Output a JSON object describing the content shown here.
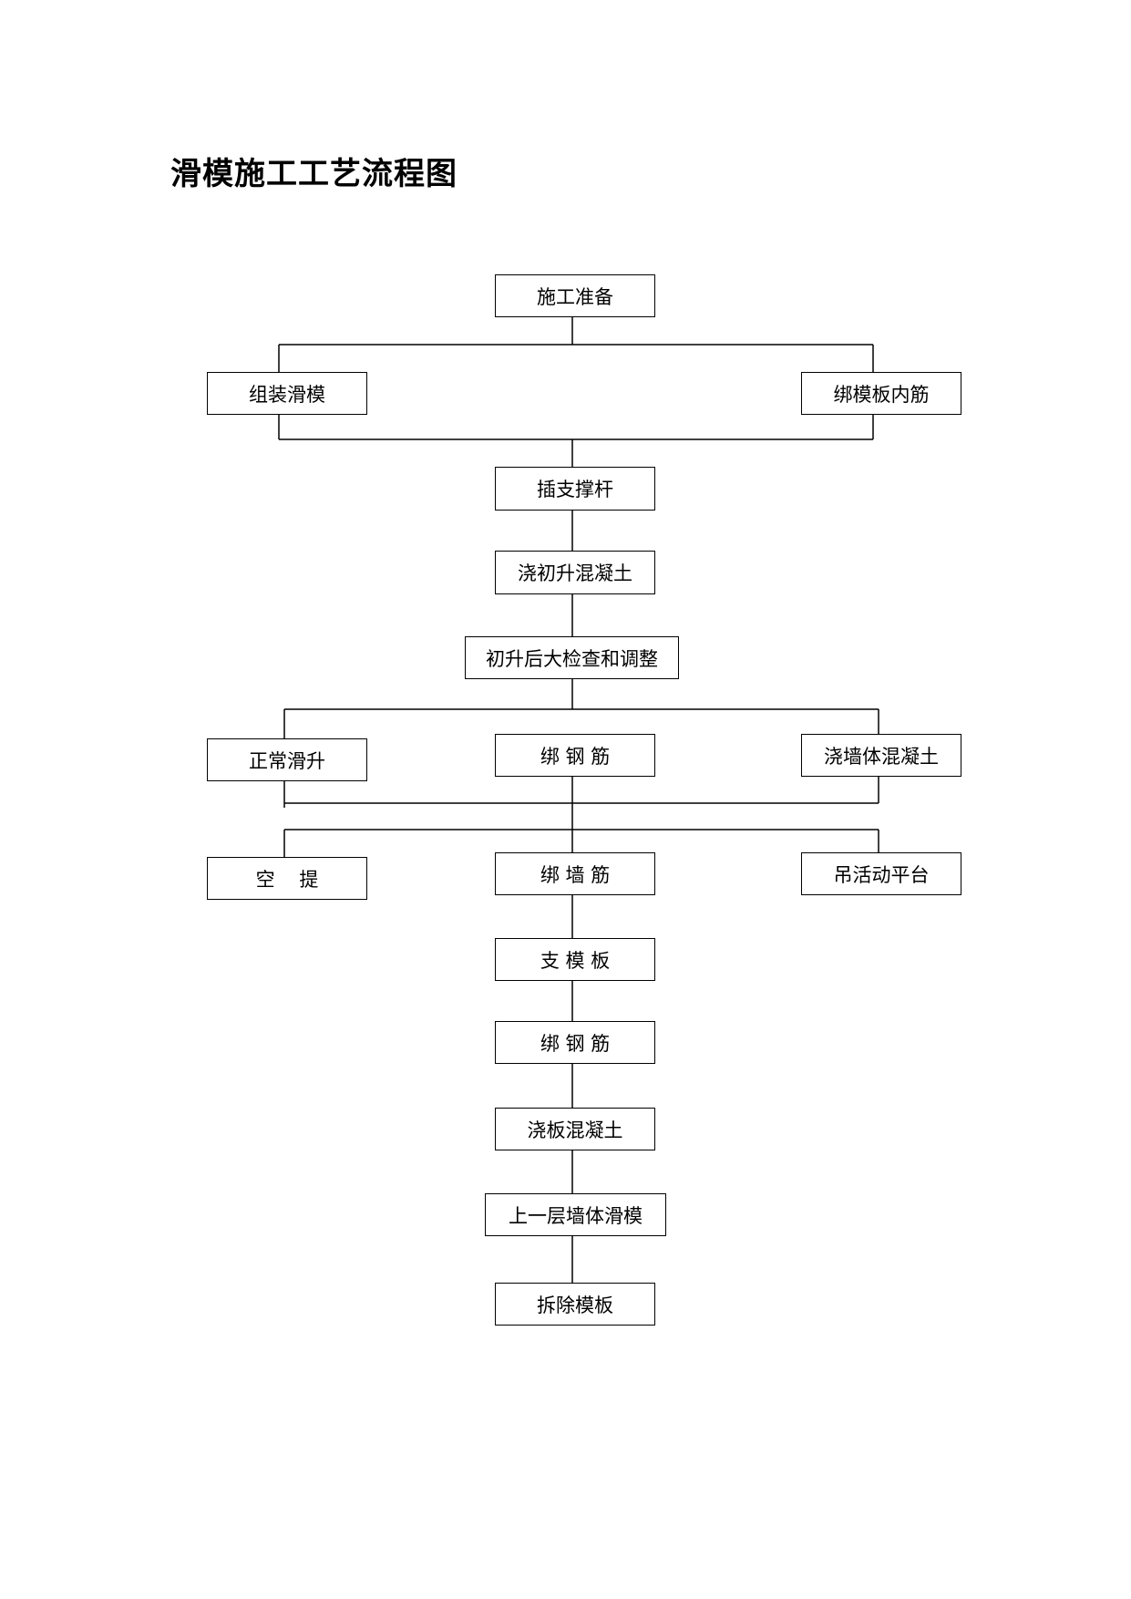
{
  "title": "滑模施工工艺流程图",
  "nodes": {
    "prep": "施工准备",
    "assemble": "组装滑模",
    "tie_inner": "绑模板内筋",
    "insert_rod": "插支撑杆",
    "pour_initial": "浇初升混凝土",
    "inspect": "初升后大检查和调整",
    "normal_slide": "正常滑升",
    "tie_rebar_1": "绑 钢 筋",
    "pour_wall": "浇墙体混凝土",
    "idle_lift": "空    提",
    "tie_wall_rebar": "绑 墙 筋",
    "hang_platform": "吊活动平台",
    "formwork": "支 模 板",
    "tie_rebar_2": "绑 钢 筋",
    "pour_slab": "浇板混凝土",
    "next_slide": "上一层墙体滑模",
    "remove": "拆除模板"
  }
}
